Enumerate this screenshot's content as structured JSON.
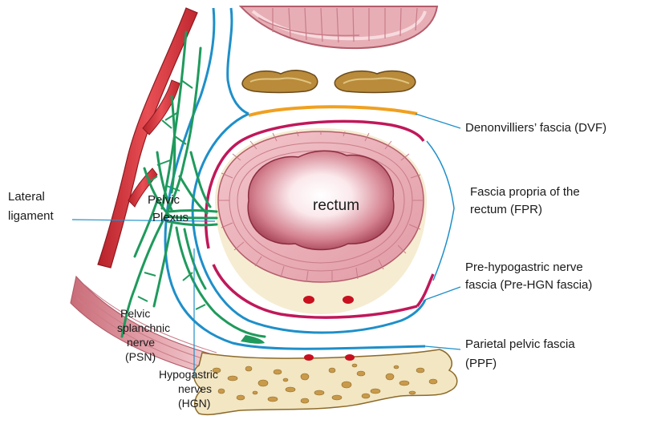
{
  "labels": {
    "dvf": "Denonvilliers’ fascia (DVF)",
    "fpr_line1": "Fascia propria of the",
    "fpr_line2": "rectum (FPR)",
    "prehgn_line1": "Pre-hypogastric nerve",
    "prehgn_line2": "fascia (Pre-HGN fascia)",
    "ppf_line1": "Parietal pelvic fascia",
    "ppf_line2": "(PPF)",
    "lateral_line1": "Lateral",
    "lateral_line2": "ligament",
    "pelvic_plexus_line1": "Pelvic",
    "pelvic_plexus_line2": "Plexus",
    "rectum": "rectum",
    "psn_line1": "Pelvic",
    "psn_line2": "splanchnic",
    "psn_line3": "nerve",
    "psn_line4": "(PSN)",
    "hgn_line1": "Hypogastric",
    "hgn_line2": "nerves",
    "hgn_line3": "(HGN)"
  },
  "colors": {
    "fascia_blue": "#1e8fc9",
    "fpr_magenta": "#c0185a",
    "dvf_orange": "#f0a020",
    "nerve_green": "#1f9a5c",
    "artery_red": "#d8353b",
    "muscle_pink": "#e3a1a8",
    "bone_cream": "#f3e6c2"
  }
}
